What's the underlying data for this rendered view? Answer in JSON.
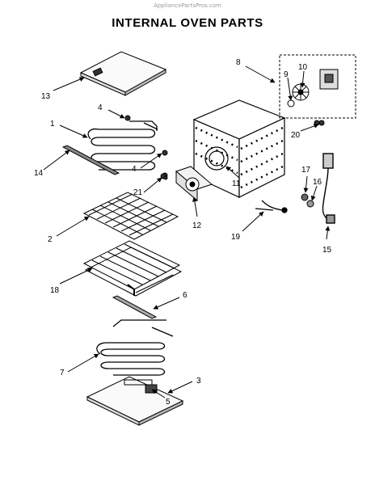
{
  "watermark": "AppliancePartsPros.com",
  "title": "INTERNAL OVEN PARTS",
  "callouts": {
    "c1": "1",
    "c2": "2",
    "c3": "3",
    "c4a": "4",
    "c4b": "4",
    "c5": "5",
    "c6": "6",
    "c7": "7",
    "c8": "8",
    "c9": "9",
    "c10": "10",
    "c11": "11",
    "c12": "12",
    "c13": "13",
    "c14": "14",
    "c15": "15",
    "c16": "16",
    "c17": "17",
    "c18": "18",
    "c19": "19",
    "c20": "20",
    "c21": "21"
  }
}
